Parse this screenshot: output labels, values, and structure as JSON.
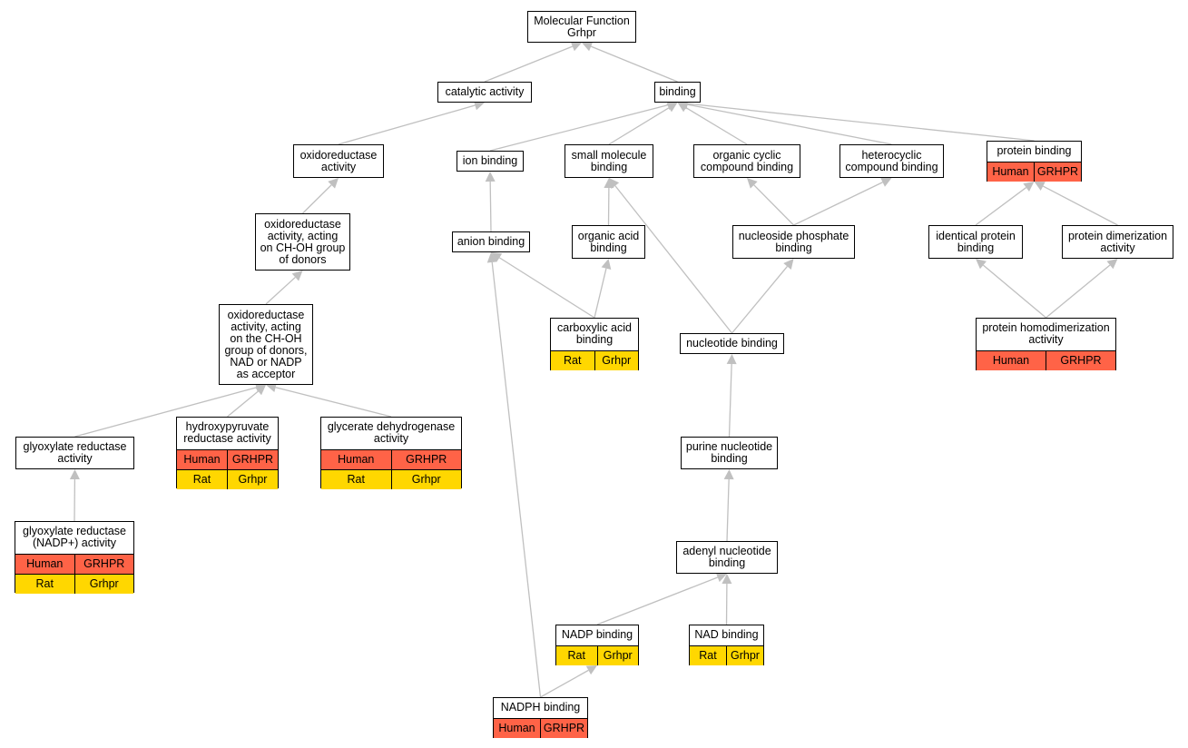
{
  "colors": {
    "human": "#ff6347",
    "rat": "#ffd700",
    "edge": "#c0c0c0",
    "border": "#000000"
  },
  "nodes": {
    "molecular_function": {
      "label": "Molecular Function\nGrhpr"
    },
    "catalytic_activity": {
      "label": "catalytic activity"
    },
    "binding": {
      "label": "binding"
    },
    "oxidoreductase_activity": {
      "label": "oxidoreductase\nactivity"
    },
    "oxidoreductase_choh": {
      "label": "oxidoreductase\nactivity, acting\non CH-OH group\nof donors"
    },
    "oxidoreductase_nad": {
      "label": "oxidoreductase\nactivity, acting\non the CH-OH\ngroup of donors,\nNAD or NADP\nas acceptor"
    },
    "glyoxylate_reductase": {
      "label": "glyoxylate reductase\nactivity"
    },
    "glyoxylate_reductase_nadp": {
      "label": "glyoxylate reductase\n(NADP+) activity",
      "rows": [
        [
          "Human",
          "GRHPR"
        ],
        [
          "Rat",
          "Grhpr"
        ]
      ]
    },
    "hydroxypyruvate_reductase": {
      "label": "hydroxypyruvate\nreductase activity",
      "rows": [
        [
          "Human",
          "GRHPR"
        ],
        [
          "Rat",
          "Grhpr"
        ]
      ]
    },
    "glycerate_dehydrogenase": {
      "label": "glycerate dehydrogenase\nactivity",
      "rows": [
        [
          "Human",
          "GRHPR"
        ],
        [
          "Rat",
          "Grhpr"
        ]
      ]
    },
    "ion_binding": {
      "label": "ion binding"
    },
    "anion_binding": {
      "label": "anion binding"
    },
    "small_molecule_binding": {
      "label": "small molecule\nbinding"
    },
    "organic_acid_binding": {
      "label": "organic acid\nbinding"
    },
    "carboxylic_acid_binding": {
      "label": "carboxylic acid\nbinding",
      "rows": [
        [
          "Rat",
          "Grhpr"
        ]
      ]
    },
    "organic_cyclic_compound_binding": {
      "label": "organic cyclic\ncompound binding"
    },
    "heterocyclic_compound_binding": {
      "label": "heterocyclic\ncompound binding"
    },
    "nucleoside_phosphate_binding": {
      "label": "nucleoside phosphate\nbinding"
    },
    "nucleotide_binding": {
      "label": "nucleotide binding"
    },
    "purine_nucleotide_binding": {
      "label": "purine nucleotide\nbinding"
    },
    "adenyl_nucleotide_binding": {
      "label": "adenyl nucleotide\nbinding"
    },
    "nadp_binding": {
      "label": "NADP binding",
      "rows": [
        [
          "Rat",
          "Grhpr"
        ]
      ]
    },
    "nad_binding": {
      "label": "NAD binding",
      "rows": [
        [
          "Rat",
          "Grhpr"
        ]
      ]
    },
    "nadph_binding": {
      "label": "NADPH binding",
      "rows": [
        [
          "Human",
          "GRHPR"
        ]
      ]
    },
    "protein_binding": {
      "label": "protein binding",
      "rows": [
        [
          "Human",
          "GRHPR"
        ]
      ]
    },
    "identical_protein_binding": {
      "label": "identical protein\nbinding"
    },
    "protein_dimerization_activity": {
      "label": "protein dimerization\nactivity"
    },
    "protein_homodimerization_activity": {
      "label": "protein homodimerization\nactivity",
      "rows": [
        [
          "Human",
          "GRHPR"
        ]
      ]
    }
  },
  "edges": [
    [
      "catalytic_activity",
      "molecular_function"
    ],
    [
      "binding",
      "molecular_function"
    ],
    [
      "oxidoreductase_activity",
      "catalytic_activity"
    ],
    [
      "oxidoreductase_choh",
      "oxidoreductase_activity"
    ],
    [
      "oxidoreductase_nad",
      "oxidoreductase_choh"
    ],
    [
      "glyoxylate_reductase",
      "oxidoreductase_nad"
    ],
    [
      "hydroxypyruvate_reductase",
      "oxidoreductase_nad"
    ],
    [
      "glycerate_dehydrogenase",
      "oxidoreductase_nad"
    ],
    [
      "glyoxylate_reductase_nadp",
      "glyoxylate_reductase"
    ],
    [
      "ion_binding",
      "binding"
    ],
    [
      "small_molecule_binding",
      "binding"
    ],
    [
      "organic_cyclic_compound_binding",
      "binding"
    ],
    [
      "heterocyclic_compound_binding",
      "binding"
    ],
    [
      "protein_binding",
      "binding"
    ],
    [
      "anion_binding",
      "ion_binding"
    ],
    [
      "organic_acid_binding",
      "small_molecule_binding"
    ],
    [
      "nucleotide_binding",
      "small_molecule_binding"
    ],
    [
      "nucleoside_phosphate_binding",
      "organic_cyclic_compound_binding"
    ],
    [
      "nucleoside_phosphate_binding",
      "heterocyclic_compound_binding"
    ],
    [
      "carboxylic_acid_binding",
      "anion_binding"
    ],
    [
      "carboxylic_acid_binding",
      "organic_acid_binding"
    ],
    [
      "nucleotide_binding",
      "nucleoside_phosphate_binding"
    ],
    [
      "purine_nucleotide_binding",
      "nucleotide_binding"
    ],
    [
      "adenyl_nucleotide_binding",
      "purine_nucleotide_binding"
    ],
    [
      "nadp_binding",
      "adenyl_nucleotide_binding"
    ],
    [
      "nad_binding",
      "adenyl_nucleotide_binding"
    ],
    [
      "nadph_binding",
      "anion_binding"
    ],
    [
      "nadph_binding",
      "nadp_binding"
    ],
    [
      "identical_protein_binding",
      "protein_binding"
    ],
    [
      "protein_dimerization_activity",
      "protein_binding"
    ],
    [
      "protein_homodimerization_activity",
      "identical_protein_binding"
    ],
    [
      "protein_homodimerization_activity",
      "protein_dimerization_activity"
    ]
  ]
}
